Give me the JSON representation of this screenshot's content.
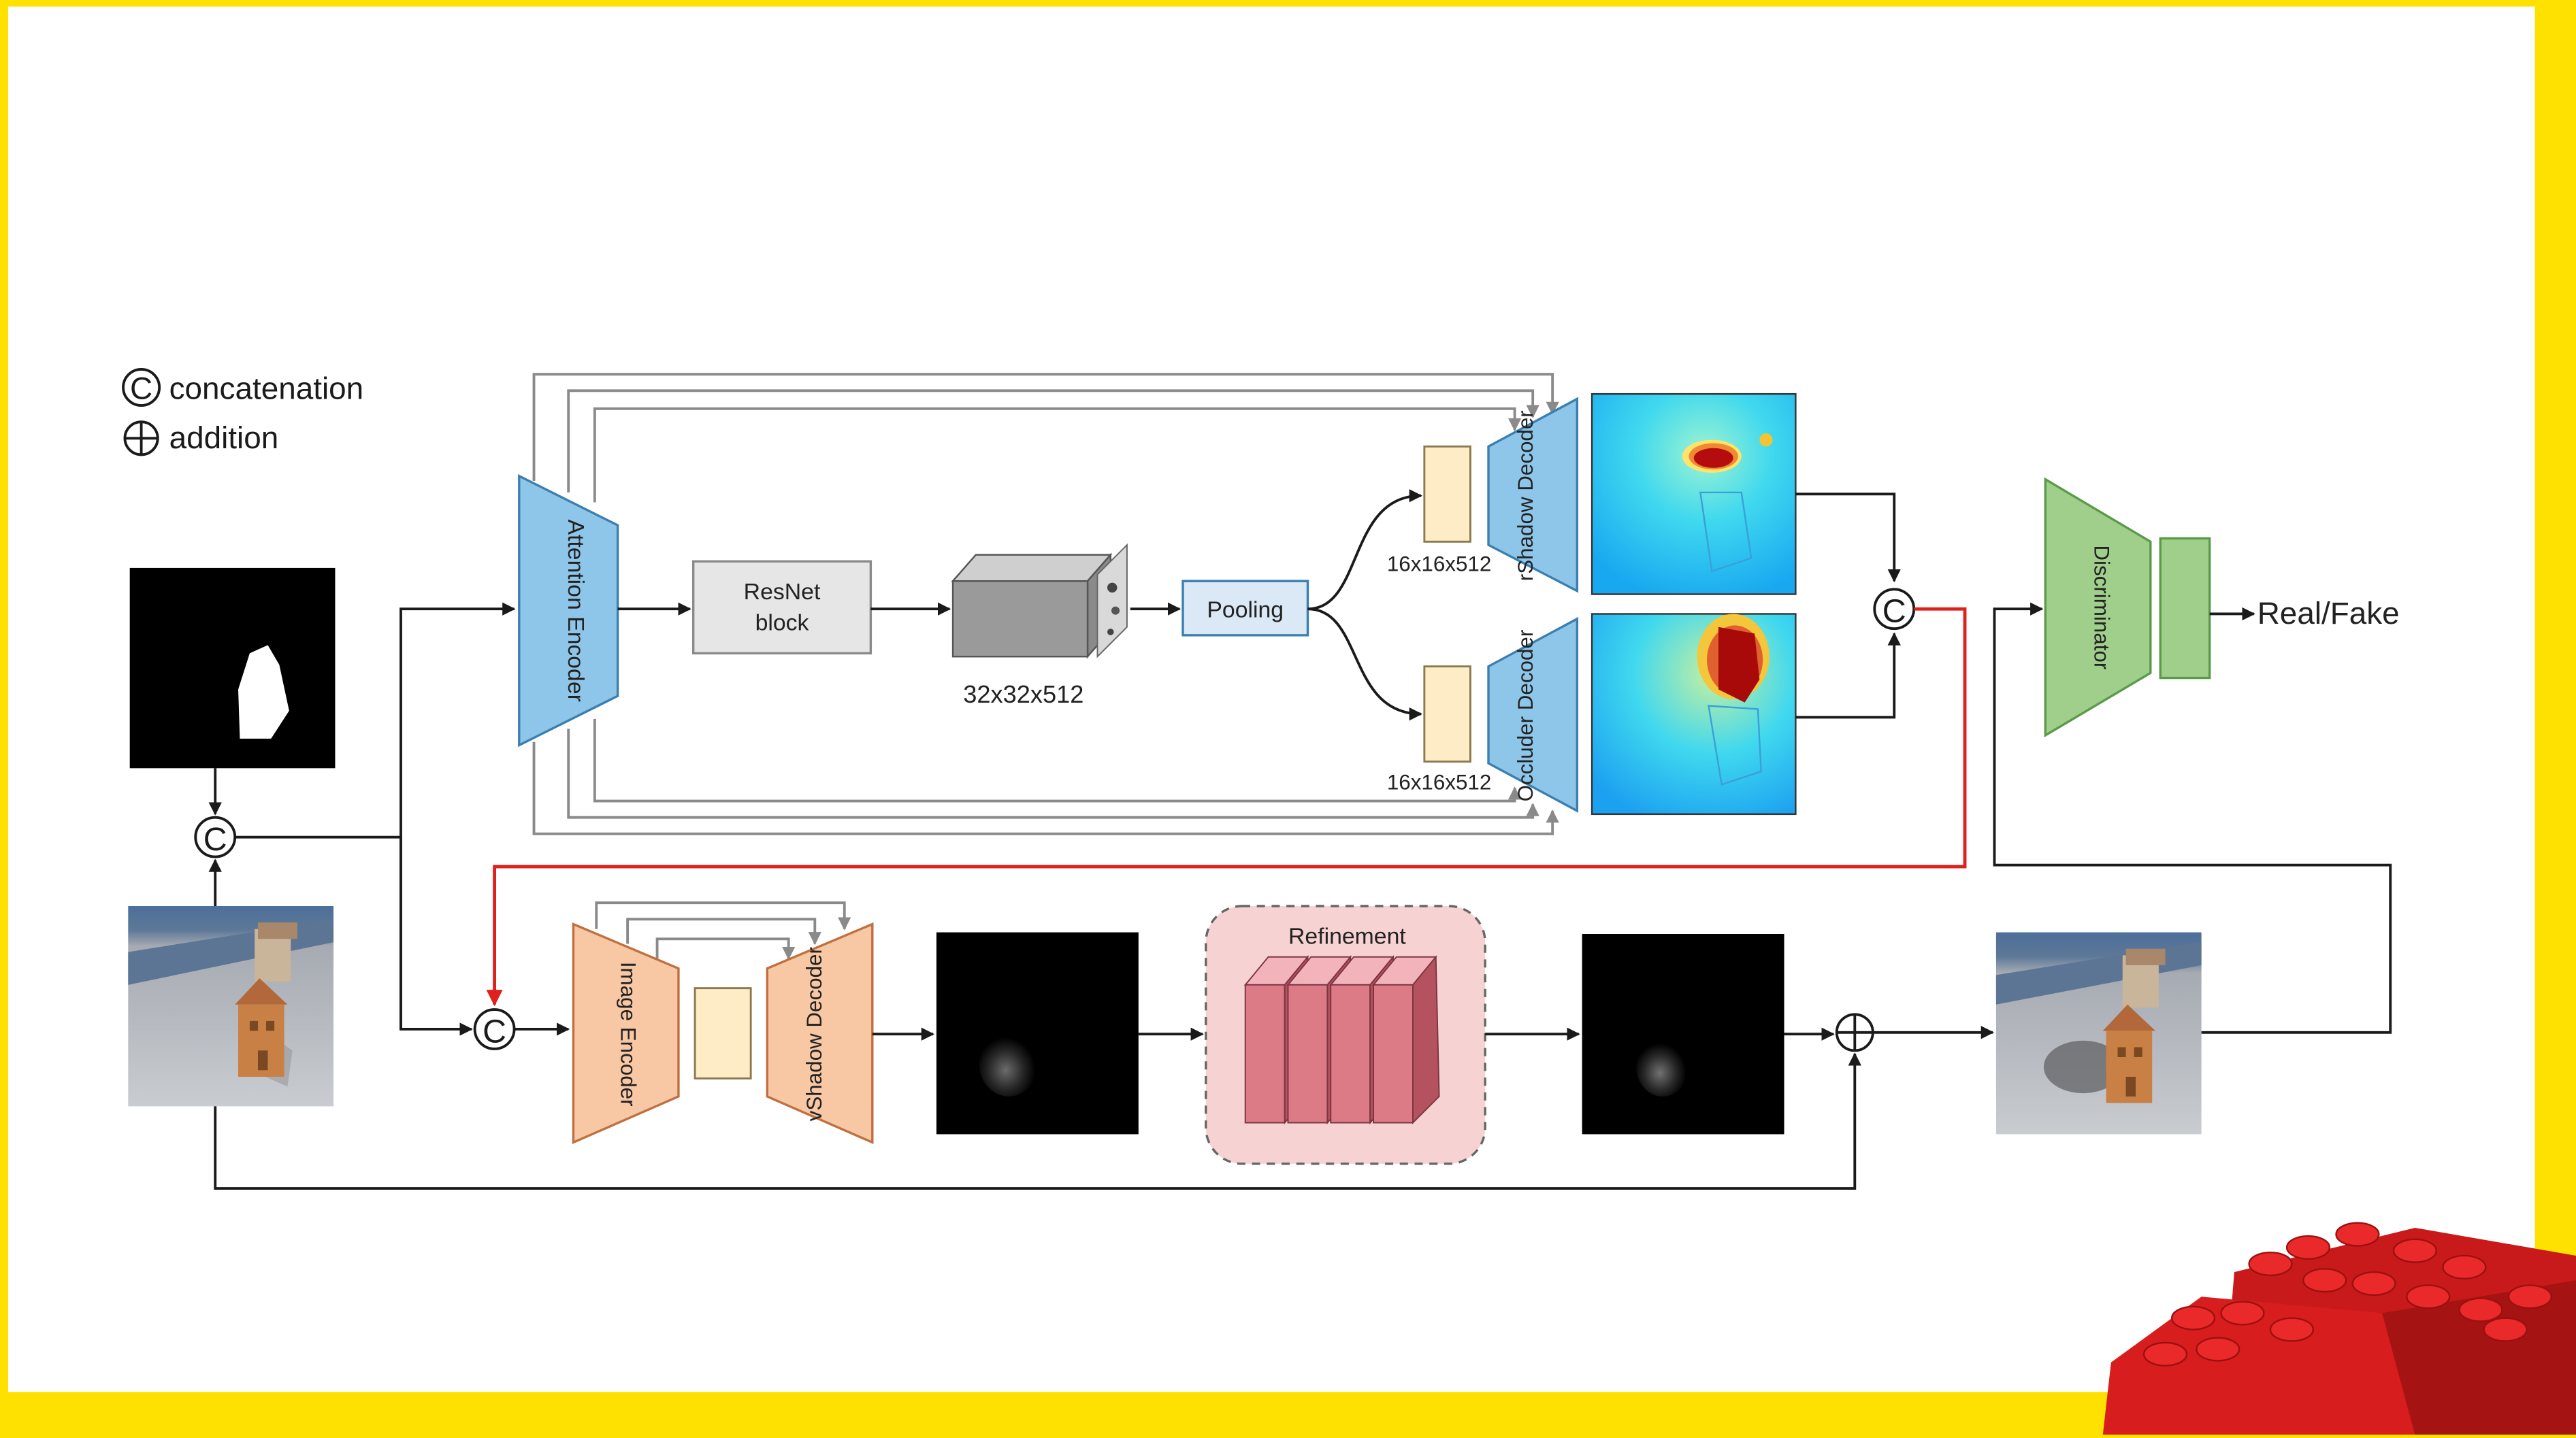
{
  "legend": {
    "concat_symbol": "C",
    "concat_label": "concatenation",
    "add_label": "addition"
  },
  "nodes": {
    "attention_encoder": "Attention Encoder",
    "resnet_block": "ResNet block",
    "feature_dims": "32x32x512",
    "pooling": "Pooling",
    "bottleneck_top_dims": "16x16x512",
    "bottleneck_bottom_dims": "16x16x512",
    "rshadow_decoder": "rShadow Decoder",
    "occluder_decoder": "Occluder Decoder",
    "discriminator": "Discriminator",
    "real_fake": "Real/Fake",
    "image_encoder": "Image Encoder",
    "vshadow_decoder": "vShadow Decoder",
    "refinement": "Refinement",
    "concat_symbol": "C"
  },
  "colors": {
    "background": "#ffe100",
    "slide": "#ffffff",
    "attention_blue": "#8ec6ea",
    "resnet_gray": "#e6e6e6",
    "pooling_blue": "#dbe8f5",
    "bottleneck_cream": "#fdecc6",
    "discriminator_green": "#9fcf8a",
    "encoder_orange": "#f8c7a4",
    "refinement_pink": "#f7d2d2",
    "refinement_bar": "#dc7a86",
    "red_path": "#e0201c",
    "lego_red": "#d71d1d"
  }
}
